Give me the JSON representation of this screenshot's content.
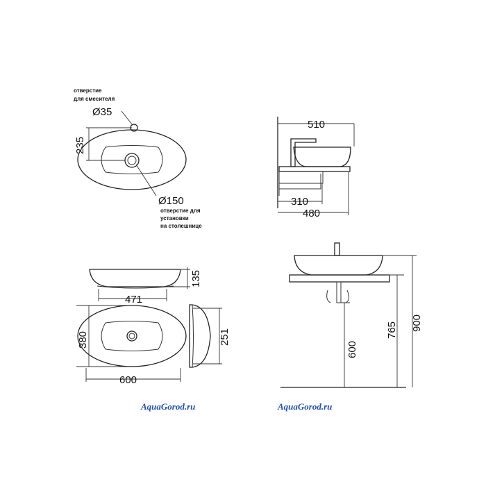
{
  "top_view": {
    "mixer_hole_note_1": "отверстие",
    "mixer_hole_note_2": "для смесителя",
    "mixer_hole_diameter": "Ø35",
    "width_dim": "235",
    "mount_hole_diameter": "Ø150",
    "mount_hole_note_1": "отверстие для",
    "mount_hole_note_2": "установки",
    "mount_hole_note_3": "на столешнице"
  },
  "side_view_top_right": {
    "dim_top": "510",
    "dim_mid": "310",
    "dim_bottom": "480"
  },
  "front_view": {
    "height_dim": "135",
    "bottom_width_dim": "471"
  },
  "plan_view": {
    "depth_dim": "380",
    "length_dim": "600"
  },
  "end_view": {
    "depth_dim": "251"
  },
  "installation_view": {
    "drain_height": "600",
    "counter_height": "765",
    "total_height": "900"
  },
  "watermarks": [
    "AquaGorod.ru",
    "AquaGorod.ru"
  ]
}
